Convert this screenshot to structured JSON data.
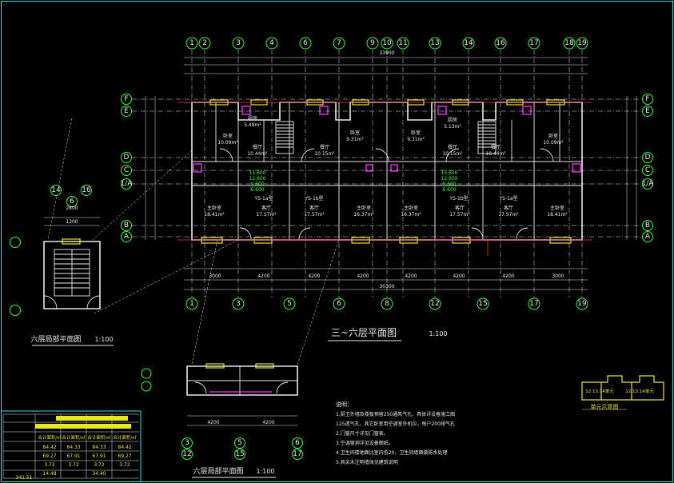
{
  "main_plan": {
    "title": "三~六层平面图",
    "scale": "1:100",
    "top_axes": [
      "1",
      "2",
      "3",
      "4",
      "6",
      "7",
      "9",
      "10",
      "11",
      "13",
      "14",
      "16",
      "17",
      "18",
      "19"
    ],
    "bottom_axes": [
      "1",
      "3",
      "5",
      "6",
      "8",
      "12",
      "15",
      "17",
      "19"
    ],
    "row_axes": [
      "F",
      "E",
      "D",
      "C",
      "1/A",
      "B",
      "A"
    ],
    "overall_length": "33900",
    "bottom_dims": [
      "3000",
      "4200",
      "4200",
      "4200",
      "4200",
      "4200",
      "4200",
      "3000"
    ],
    "bottom_total": "30300",
    "rooms": [
      {
        "name": "主卧室",
        "area": "18.41m²"
      },
      {
        "name": "客厅",
        "area": "17.57m²"
      },
      {
        "name": "客厅",
        "area": "17.57m²"
      },
      {
        "name": "主卧室",
        "area": "16.37m²"
      },
      {
        "name": "主卧室",
        "area": "16.37m²"
      },
      {
        "name": "客厅",
        "area": "17.57m²"
      },
      {
        "name": "客厅",
        "area": "17.57m²"
      },
      {
        "name": "主卧室",
        "area": "18.41m²"
      },
      {
        "name": "卧室",
        "area": "10.09m²"
      },
      {
        "name": "餐厅",
        "area": "10.44m²"
      },
      {
        "name": "厨房",
        "area": "5.48m²"
      },
      {
        "name": "餐厅",
        "area": "10.15m²"
      },
      {
        "name": "卧室",
        "area": "9.31m²"
      },
      {
        "name": "卧室",
        "area": "9.31m²"
      },
      {
        "name": "餐厅",
        "area": "10.15m²"
      },
      {
        "name": "厨房",
        "area": "5.13m²"
      },
      {
        "name": "餐厅",
        "area": "10.44m²"
      },
      {
        "name": "卧室",
        "area": "10.09m²"
      }
    ],
    "unit_types": [
      "YS-1a型",
      "YS-1b型",
      "YS-1b型",
      "YS-1a型"
    ],
    "elev_marks": [
      "15.600",
      "12.600",
      "9.600",
      "6.600"
    ]
  },
  "local_plan_left": {
    "title": "六层局部平面图",
    "scale": "1:100",
    "axes": [
      "14",
      "16",
      "6"
    ],
    "dims": [
      "2800",
      "1300"
    ]
  },
  "local_plan_bottom": {
    "title": "六层局部平面图",
    "scale": "1:100",
    "dims": [
      "4200",
      "4200"
    ],
    "axes": [
      "3",
      "5",
      "6",
      "12",
      "15",
      "17"
    ]
  },
  "notes": {
    "heading": "说明：",
    "lines": [
      "1.厨卫外墙及楼板预留250通风气孔，具体详设备施工图",
      "125透气孔，其它卧室用空调室外机位，每户200排气孔",
      "2.门窗尺寸详见门窗表。",
      "3.空调留洞详见设备图纸。",
      "4.卫生间楼地面比室内低20，卫生间墙面做防水处理",
      "5.其余未注明墙体见建筑说明"
    ]
  },
  "key_plan": {
    "labels": [
      "12.13.14单元",
      "12.13.14单元"
    ],
    "caption": "单元示意图"
  },
  "table": {
    "headers": [
      "合计面积/㎡",
      "合计面积/㎡",
      "合计面积/㎡",
      "合计面积/㎡"
    ],
    "rows": [
      [
        "84.42",
        "84.33",
        "84.33",
        "84.42"
      ],
      [
        "69.27",
        "67.91",
        "67.91",
        "69.27"
      ],
      [
        "3.72",
        "3.72",
        "3.72",
        "3.72"
      ],
      [
        "14.48",
        "",
        "34.40",
        ""
      ]
    ],
    "footer": "341.51"
  },
  "colors": {
    "frame": "#2ee6e6",
    "wall": "#e8e8e8",
    "window": "#e8e822",
    "axis": "#33ff33",
    "dim_red": "#ff3333",
    "magenta": "#ff33ff"
  }
}
